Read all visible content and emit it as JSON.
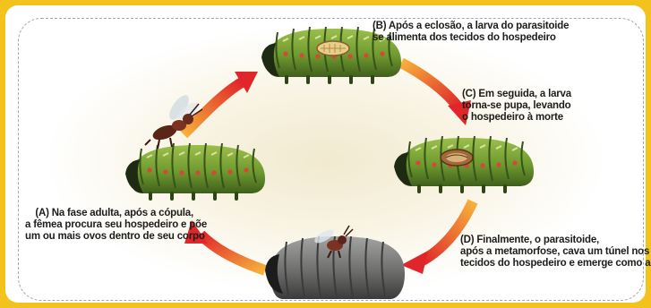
{
  "palette": {
    "background": "#f4c21d",
    "caterpillar_green": "#7fa43a",
    "caterpillar_dark": "#3f5f1c",
    "caterpillar_gray": "#6e6f6d",
    "arrow_red": "#e0262a",
    "arrow_orange": "#f6b13a"
  },
  "captions": {
    "a": [
      "(A) Na fase adulta, após a cópula,",
      "a fêmea procura seu hospedeiro e põe",
      "um ou mais ovos dentro de seu corpo"
    ],
    "b": [
      "(B) Após a eclosão, a larva do parasitoide",
      "se alimenta dos tecidos do hospedeiro"
    ],
    "c": [
      "(C) Em seguida, a larva",
      "torna-se pupa, levando",
      "o hospedeiro à morte"
    ],
    "d": [
      "(D) Finalmente, o parasitoide,",
      "após a metamorfose, cava um túnel nos",
      "tecidos do hospedeiro e emerge como adulto"
    ]
  }
}
